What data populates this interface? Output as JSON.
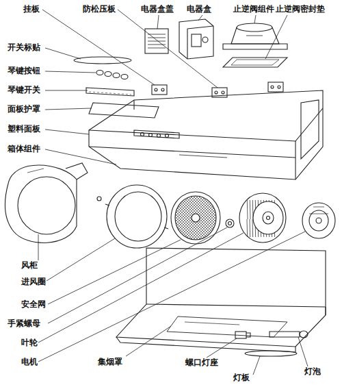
{
  "diagram": {
    "labels": [
      "挂板",
      "防松压板",
      "电器盒盖",
      "电器盒",
      "止逆阀组件",
      "止逆阀密封垫",
      "开关标贴",
      "琴键按钮",
      "琴键开关",
      "面板护罩",
      "塑料面板",
      "箱体组件",
      "风柜",
      "进风圈",
      "安全网",
      "手紧螺母",
      "叶轮",
      "电机",
      "集烟罩",
      "螺口灯座",
      "灯板",
      "灯泡"
    ]
  }
}
